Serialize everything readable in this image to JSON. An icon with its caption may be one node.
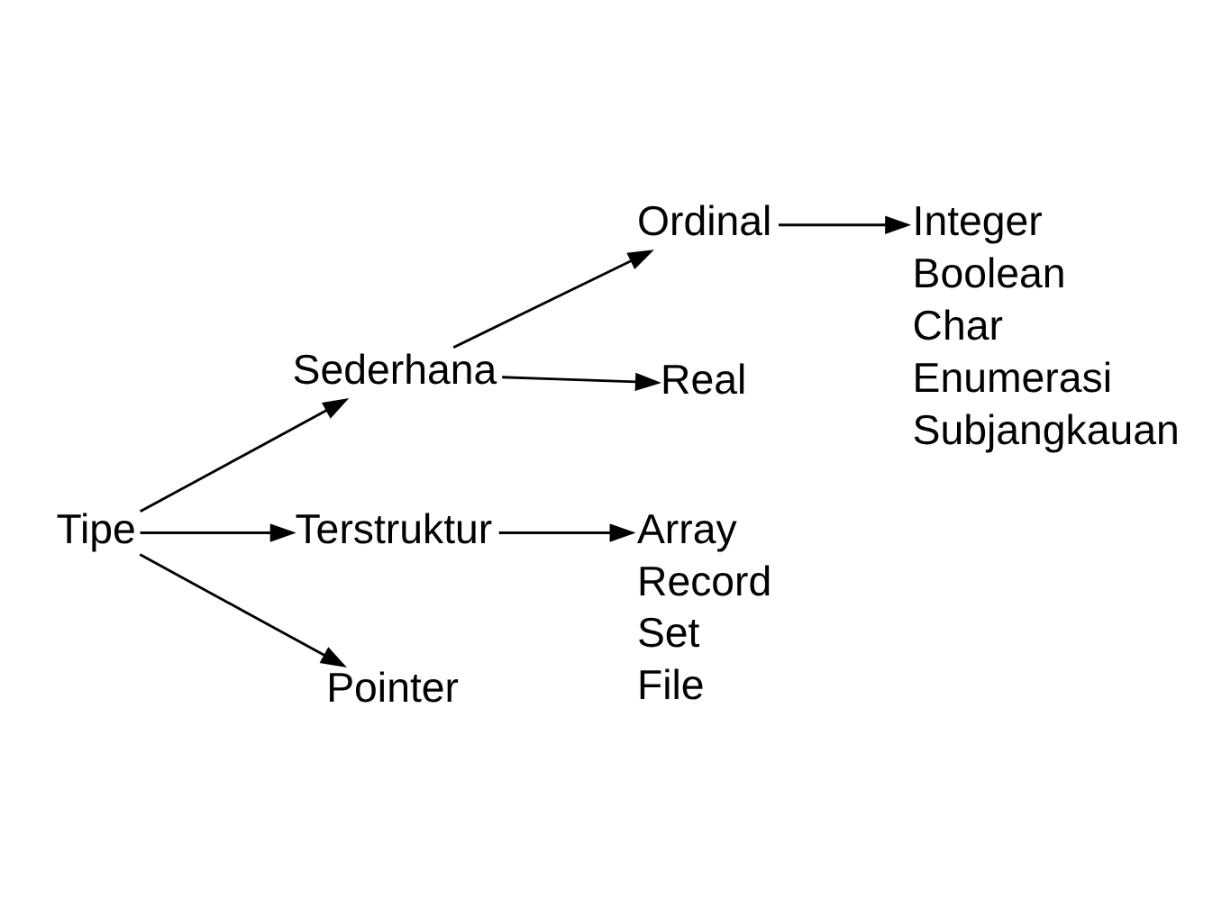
{
  "diagram": {
    "nodes": [
      {
        "text": [
          "Tipe"
        ]
      },
      {
        "text": [
          "Sederhana"
        ]
      },
      {
        "text": [
          "Ordinal"
        ]
      },
      {
        "text": [
          "Integer"
        ],
        "beside": [
          "Boolean",
          "Char",
          "Enumerasi",
          "Subjangkauan"
        ]
      },
      {
        "text": [
          "Real"
        ]
      },
      {
        "text": [
          "Terstruktur"
        ]
      },
      {
        "text": [
          "Array"
        ],
        "beside": [
          "Record",
          "Set",
          "File"
        ]
      },
      {
        "text": [
          "Pointer"
        ]
      }
    ],
    "edges": [
      {
        "from": 0,
        "to": 1,
        "arrow": "to"
      },
      {
        "from": 1,
        "to": 2,
        "arrow": "to"
      },
      {
        "from": 2,
        "to": 3,
        "arrow": "to"
      },
      {
        "from": 1,
        "to": 4,
        "arrow": "to"
      },
      {
        "from": 0,
        "to": 5,
        "arrow": "to"
      },
      {
        "from": 5,
        "to": 6,
        "arrow": "to"
      },
      {
        "from": 0,
        "to": 7,
        "arrow": "to"
      }
    ]
  }
}
